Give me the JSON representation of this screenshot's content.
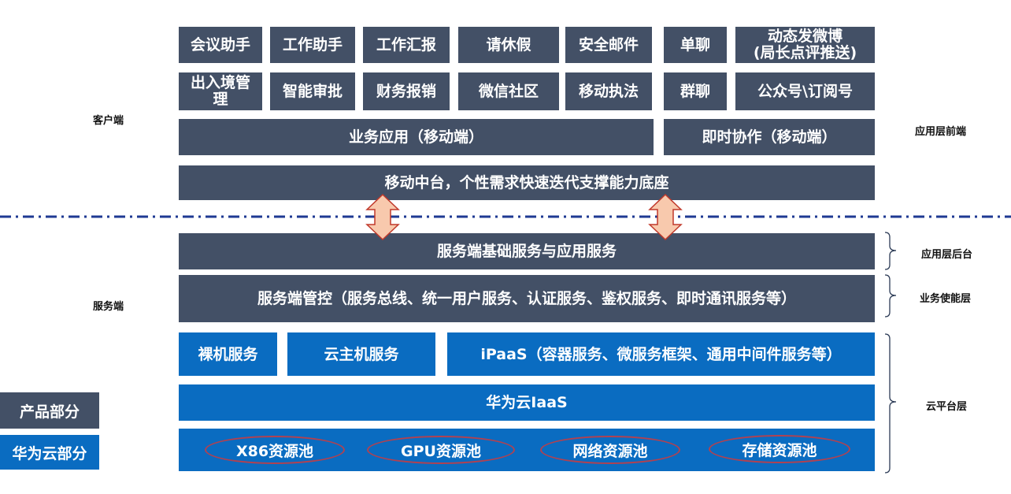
{
  "client": {
    "row1": [
      "会议助手",
      "工作助手",
      "工作汇报",
      "请休假",
      "安全邮件",
      "单聊",
      "动态发微博\n(局长点评推送)"
    ],
    "row2": [
      "出入境管\n理",
      "智能审批",
      "财务报销",
      "微信社区",
      "移动执法",
      "群聊",
      "公众号\\订阅号"
    ],
    "business_app": "业务应用（移动端）",
    "im_collab": "即时协作（移动端）",
    "middle_platform": "移动中台，个性需求快速迭代支撑能力底座"
  },
  "server": {
    "base_service": "服务端基础服务与应用服务",
    "control": "服务端管控（服务总线、统一用户服务、认证服务、鉴权服务、即时通讯服务等）"
  },
  "cloud": {
    "baremetal": "裸机服务",
    "ecs": "云主机服务",
    "ipaas": "iPaaS（容器服务、微服务框架、通用中间件服务等）",
    "iaas": "华为云IaaS",
    "pools": [
      "X86资源池",
      "GPU资源池",
      "网络资源池",
      "存储资源池"
    ]
  },
  "side_labels": {
    "client": "客户端",
    "server": "服务端",
    "app_front": "应用层前端",
    "app_back": "应用层后台",
    "biz_enable": "业务使能层",
    "cloud_layer": "云平台层"
  },
  "legend": {
    "product": "产品部分",
    "huawei": "华为云部分"
  },
  "colors": {
    "slate": "#435066",
    "blue": "#0a6cc1",
    "divider": "#1f3a93",
    "arrow_fill": "#f8c9ad",
    "arrow_stroke": "#c0392b",
    "pool_border": "#b3414f"
  }
}
